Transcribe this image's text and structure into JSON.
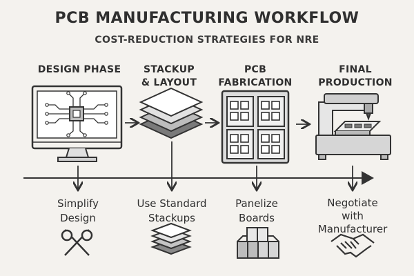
{
  "header": {
    "title": "PCB MANUFACTURING WORKFLOW",
    "subtitle": "COST-REDUCTION STRATEGIES FOR NRE"
  },
  "phases": [
    {
      "label": "DESIGN PHASE",
      "icon": "monitor-chip-icon"
    },
    {
      "label": "STACKUP\n& LAYOUT",
      "icon": "layer-stack-icon"
    },
    {
      "label": "PCB\nFABRICATION",
      "icon": "panel-grid-icon"
    },
    {
      "label": "FINAL\nPRODUCTION",
      "icon": "cnc-machine-icon"
    }
  ],
  "strategies": [
    {
      "label": "Simplify\nDesign",
      "icon": "scissors-icon"
    },
    {
      "label": "Use Standard\nStackups",
      "icon": "stack-icon"
    },
    {
      "label": "Panelize\nBoards",
      "icon": "boxes-icon"
    },
    {
      "label": "Negotiate\nwith\nManufacturer",
      "icon": "handshake-icon"
    }
  ],
  "colors": {
    "background": "#f4f2ee",
    "stroke": "#333333",
    "panel_fill": "#d9d9d9",
    "light_fill": "#e8e8e8"
  }
}
